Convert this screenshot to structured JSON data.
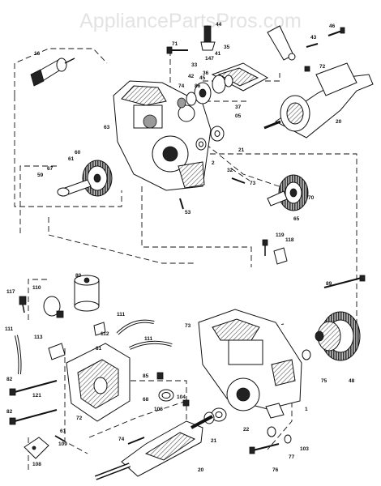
{
  "watermark": "AppliancePartsPros.com",
  "callouts": [
    {
      "id": "c16",
      "text": "16"
    },
    {
      "id": "c71",
      "text": "71"
    },
    {
      "id": "c44",
      "text": "44"
    },
    {
      "id": "c35",
      "text": "35"
    },
    {
      "id": "c41",
      "text": "41"
    },
    {
      "id": "c147",
      "text": "147"
    },
    {
      "id": "c43",
      "text": "43"
    },
    {
      "id": "c46",
      "text": "46"
    },
    {
      "id": "c33",
      "text": "33"
    },
    {
      "id": "c36",
      "text": "36"
    },
    {
      "id": "c45",
      "text": "45"
    },
    {
      "id": "c42",
      "text": "42"
    },
    {
      "id": "c74t",
      "text": "74"
    },
    {
      "id": "c86",
      "text": "86"
    },
    {
      "id": "c72t",
      "text": "72"
    },
    {
      "id": "c37",
      "text": "37"
    },
    {
      "id": "c05",
      "text": "05"
    },
    {
      "id": "c20t",
      "text": "20"
    },
    {
      "id": "c63",
      "text": "63"
    },
    {
      "id": "c21t",
      "text": "21"
    },
    {
      "id": "c2",
      "text": "2"
    },
    {
      "id": "c32",
      "text": "32"
    },
    {
      "id": "c60",
      "text": "60"
    },
    {
      "id": "c61",
      "text": "61"
    },
    {
      "id": "c67",
      "text": "67"
    },
    {
      "id": "c59",
      "text": "59"
    },
    {
      "id": "c73t",
      "text": "73"
    },
    {
      "id": "c70",
      "text": "70"
    },
    {
      "id": "c53",
      "text": "53"
    },
    {
      "id": "c65",
      "text": "65"
    },
    {
      "id": "c119",
      "text": "119"
    },
    {
      "id": "c118",
      "text": "118"
    },
    {
      "id": "c80",
      "text": "80"
    },
    {
      "id": "c117",
      "text": "117"
    },
    {
      "id": "c110",
      "text": "110"
    },
    {
      "id": "c89",
      "text": "89"
    },
    {
      "id": "c111a",
      "text": "111"
    },
    {
      "id": "c73b",
      "text": "73"
    },
    {
      "id": "c111b",
      "text": "111"
    },
    {
      "id": "c112",
      "text": "112"
    },
    {
      "id": "c113",
      "text": "113"
    },
    {
      "id": "c111c",
      "text": "111"
    },
    {
      "id": "c81",
      "text": "81"
    },
    {
      "id": "c82a",
      "text": "82"
    },
    {
      "id": "c121",
      "text": "121"
    },
    {
      "id": "c85",
      "text": "85"
    },
    {
      "id": "c68",
      "text": "68"
    },
    {
      "id": "c104",
      "text": "104"
    },
    {
      "id": "c106",
      "text": "106"
    },
    {
      "id": "c75",
      "text": "75"
    },
    {
      "id": "c48",
      "text": "48"
    },
    {
      "id": "c82b",
      "text": "82"
    },
    {
      "id": "c72b",
      "text": "72"
    },
    {
      "id": "c61b",
      "text": "61"
    },
    {
      "id": "c1",
      "text": "1"
    },
    {
      "id": "c22",
      "text": "22"
    },
    {
      "id": "c109",
      "text": "109"
    },
    {
      "id": "c74b",
      "text": "74"
    },
    {
      "id": "c21b",
      "text": "21"
    },
    {
      "id": "c103",
      "text": "103"
    },
    {
      "id": "c77",
      "text": "77"
    },
    {
      "id": "c108",
      "text": "108"
    },
    {
      "id": "c20b",
      "text": "20"
    },
    {
      "id": "c76",
      "text": "76"
    }
  ]
}
